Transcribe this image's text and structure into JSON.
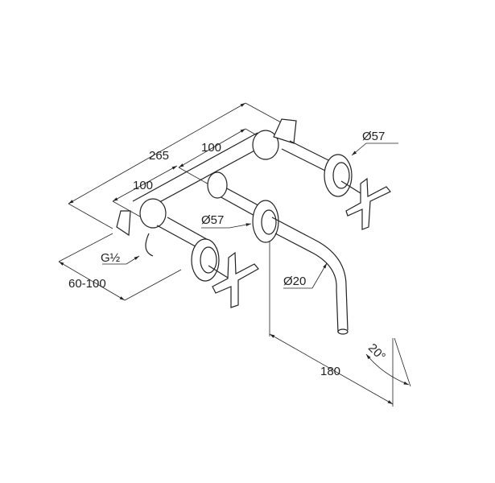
{
  "title": "Wall-mounted three-hole basin mixer dimension drawing",
  "dimensions": {
    "overall_width": "265",
    "right_spacing": "100",
    "left_spacing": "100",
    "rosette_right": "Ø57",
    "rosette_middle": "Ø57",
    "thread": "G½",
    "wall_depth": "60-100",
    "spout_diameter": "Ø20",
    "spout_projection": "180",
    "spout_angle": "20°"
  }
}
